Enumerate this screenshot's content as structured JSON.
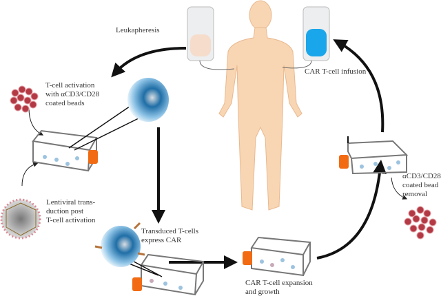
{
  "labels": {
    "leukapheresis": "Leukapheresis",
    "infusion": "CAR T-cell infusion",
    "activation": "T-cell activation\nwith αCD3/CD28\ncoated beads",
    "lentiviral": "Lentiviral trans-\nduction post\nT-cell activation",
    "transduced": "Transduced T-cells\nexpress CAR",
    "expansion": "CAR T-cell expansion\nand growth",
    "bead_removal": "αCD3/CD28\ncoated bead\nremoval"
  },
  "colors": {
    "skin": "#f8d6b3",
    "blood_bag_fluid": "#f6dccb",
    "car_bag_fluid": "#1aa6ea",
    "flask_cap": "#f26b12",
    "bead": "#b33a45",
    "cell": "#4a8fc0",
    "arrow": "#111111"
  }
}
